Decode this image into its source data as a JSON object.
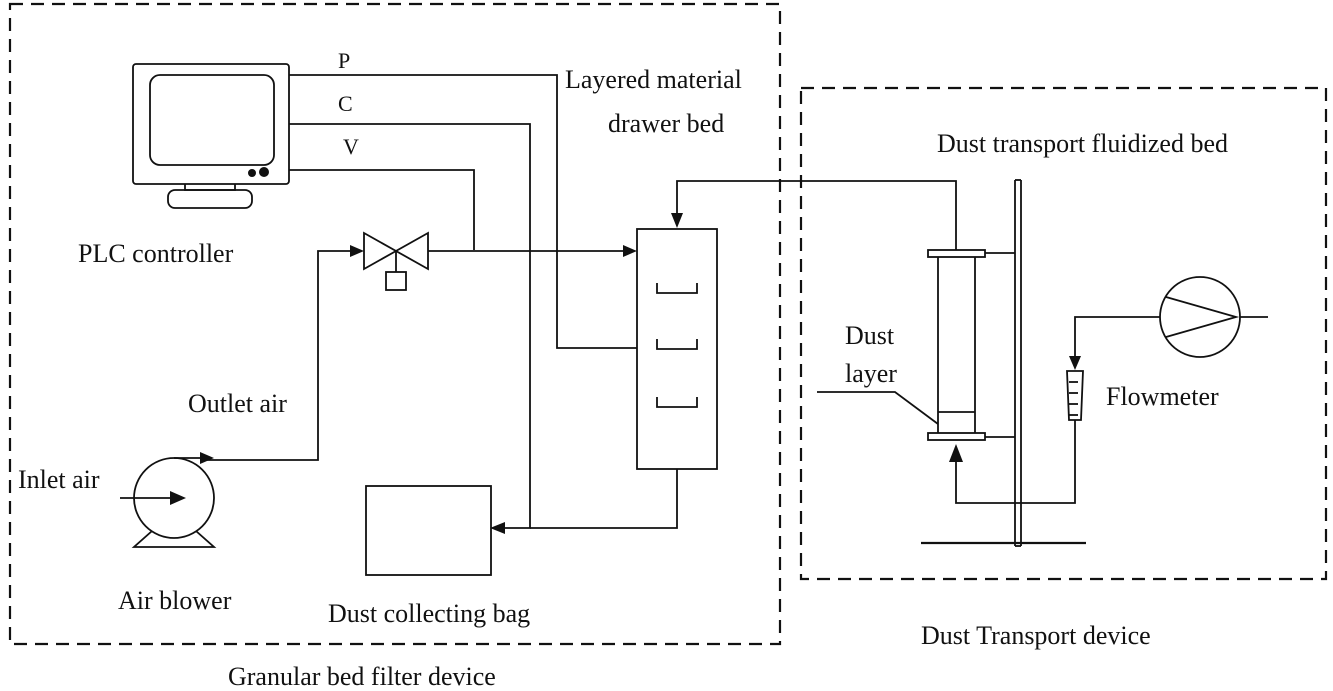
{
  "labels": {
    "signal_p": "P",
    "signal_c": "C",
    "signal_v": "V",
    "plc_controller": "PLC controller",
    "layered_bed_line1": "Layered material",
    "layered_bed_line2": "drawer bed",
    "outlet_air": "Outlet air",
    "inlet_air": "Inlet air",
    "air_blower": "Air blower",
    "dust_collecting_bag": "Dust collecting bag",
    "granular_bed_filter_device": "Granular bed filter device",
    "dust_transport_fluidized_bed": "Dust transport fluidized bed",
    "dust_layer_line1": "Dust",
    "dust_layer_line2": "layer",
    "flowmeter": "Flowmeter",
    "dust_transport_device": "Dust Transport device"
  }
}
